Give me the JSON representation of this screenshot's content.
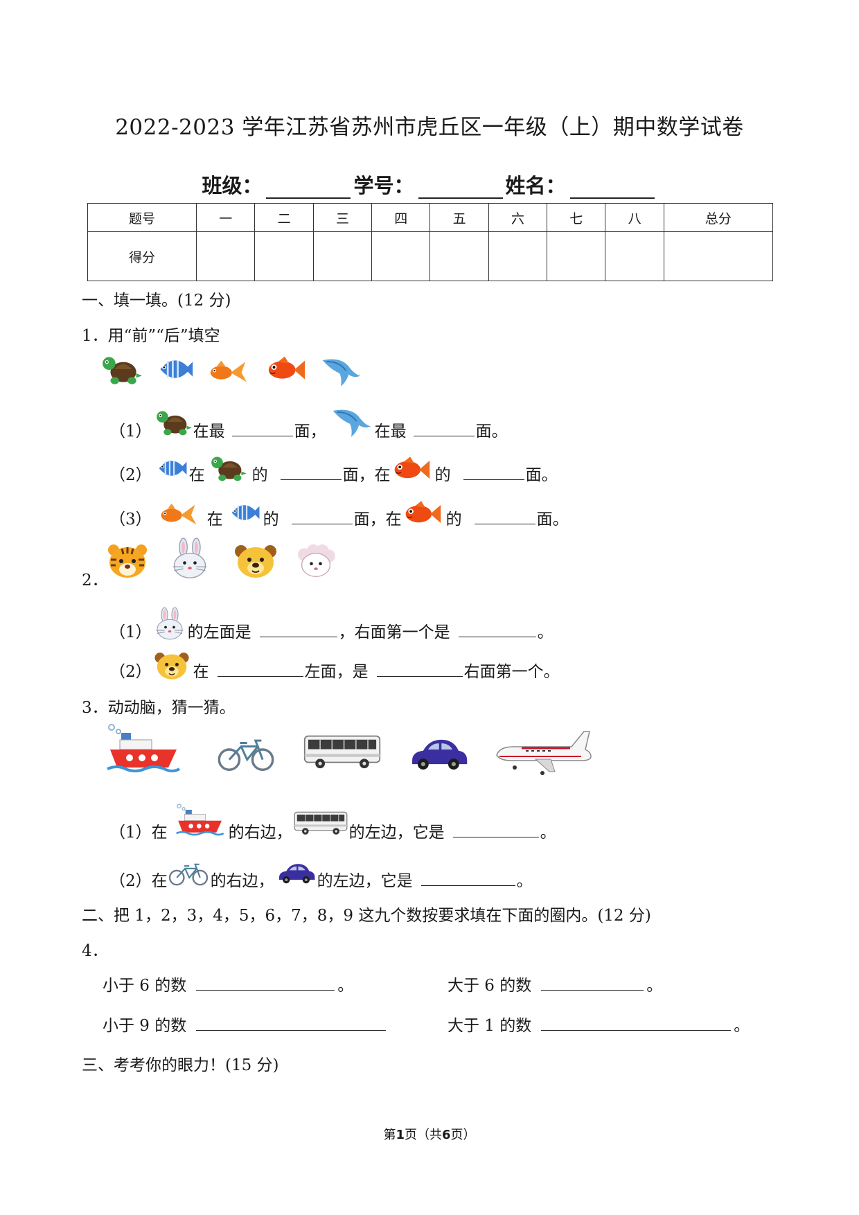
{
  "title": "2022-2023 学年江苏省苏州市虎丘区一年级（上）期中数学试卷",
  "info": {
    "class_label": "班级：",
    "id_label": "学号：",
    "name_label": "姓名："
  },
  "score_table": {
    "header": [
      "题号",
      "一",
      "二",
      "三",
      "四",
      "五",
      "六",
      "七",
      "八",
      "总分"
    ],
    "row_label": "得分"
  },
  "section1": {
    "heading": "一、填一填。(12 分)",
    "q1": {
      "heading": "1．用“前”“后”填空",
      "s1": {
        "num": "（1）",
        "a": "在最",
        "b": "面，",
        "c": "在最",
        "d": "面。"
      },
      "s2": {
        "num": "（2）",
        "a": "在",
        "b": "的",
        "c": "面，在",
        "d": "的",
        "e": "面。"
      },
      "s3": {
        "num": "（3）",
        "a": "在",
        "b": "的",
        "c": "面，在",
        "d": "的",
        "e": "面。"
      }
    },
    "q2": {
      "num": "2．",
      "s1": {
        "num": "（1）",
        "a": "的左面是",
        "b": "，右面第一个是",
        "c": "。"
      },
      "s2": {
        "num": "（2）",
        "a": "在",
        "b": "左面，是",
        "c": "右面第一个。"
      }
    },
    "q3": {
      "heading": "3．动动脑，猜一猜。",
      "s1": {
        "num": "（1）在",
        "a": "的右边，",
        "b": "的左边，它是",
        "c": "。"
      },
      "s2": {
        "num": "（2）在",
        "a": "的右边，",
        "b": "的左边，它是",
        "c": "。"
      }
    }
  },
  "section2": {
    "heading": "二、把 1，2，3，4，5，6，7，8，9 这九个数按要求填在下面的圈内。(12 分)",
    "q4": {
      "num": "4．",
      "a": "小于 6 的数",
      "b": "大于 6 的数",
      "c": "小于 9 的数",
      "d": "大于 1 的数",
      "dot": "。"
    }
  },
  "section3": {
    "heading": "三、考考你的眼力！(15 分)"
  },
  "footer": {
    "pre": "第",
    "page": "1",
    "mid": "页（共",
    "total": "6",
    "post": "页）"
  },
  "icons": {
    "turtle": "turtle-icon",
    "blue_fish": "blue-fish-icon",
    "goldfish": "goldfish-icon",
    "orange_fish": "orange-fish-icon",
    "bird": "bird-icon",
    "tiger": "tiger-icon",
    "rabbit": "rabbit-icon",
    "bear": "bear-icon",
    "sheep": "sheep-icon",
    "boat": "boat-icon",
    "bicycle": "bicycle-icon",
    "bus": "bus-icon",
    "car": "car-icon",
    "airplane": "airplane-icon"
  }
}
